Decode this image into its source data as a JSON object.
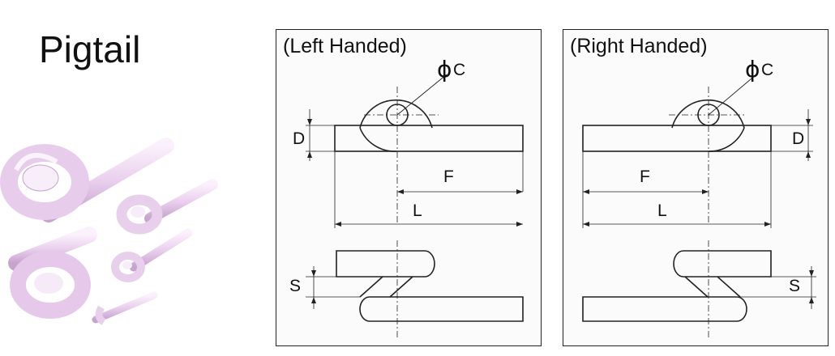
{
  "title": "Pigtail",
  "panels": {
    "left": {
      "title": "(Left Handed)",
      "labels": {
        "phi": "ϕ",
        "c": "C",
        "d": "D",
        "f": "F",
        "l": "L",
        "s": "S"
      }
    },
    "right": {
      "title": "(Right Handed)",
      "labels": {
        "phi": "ϕ",
        "c": "C",
        "d": "D",
        "f": "F",
        "l": "L",
        "s": "S"
      }
    }
  },
  "colors": {
    "line": "#222222",
    "tube": "#ecd4ee",
    "tube_shade": "#c9a6d0",
    "tube_light": "#fbf1fc"
  }
}
